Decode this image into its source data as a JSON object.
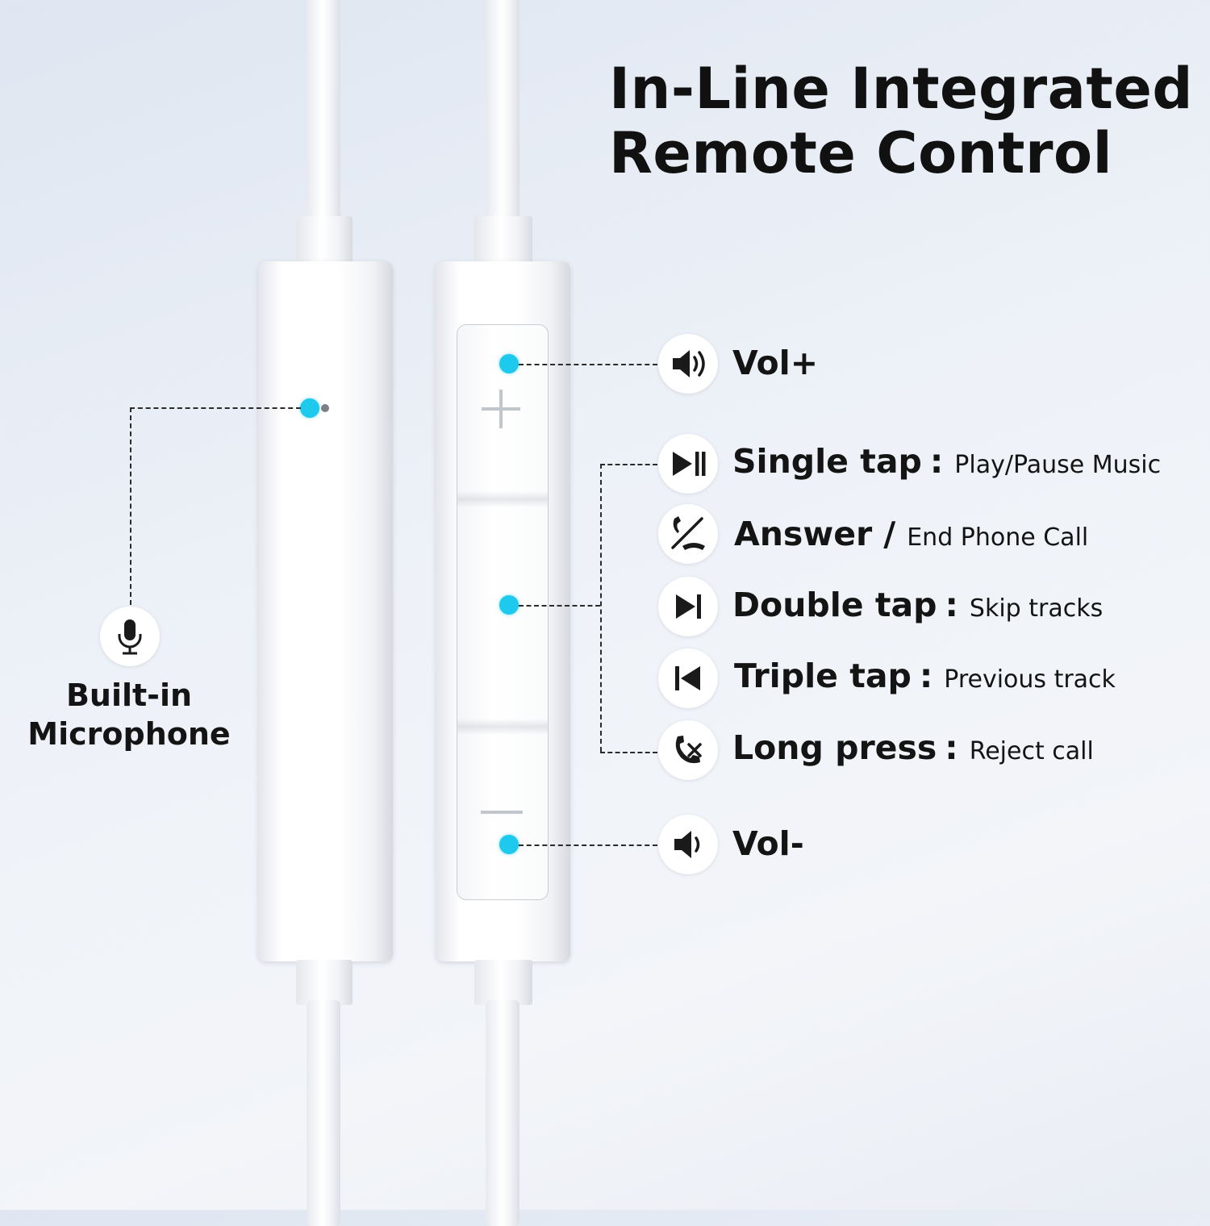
{
  "title": {
    "line1": "In-Line Integrated",
    "line2": "Remote Control"
  },
  "microphone": {
    "line1": "Built-in",
    "line2": "Microphone",
    "icon": "microphone-icon"
  },
  "controls": {
    "vol_up": {
      "label": "Vol+",
      "icon": "speaker-loud-icon"
    },
    "single_tap": {
      "action": "Single tap",
      "separator": ":",
      "desc": "Play/Pause Music",
      "icon": "play-pause-icon"
    },
    "answer": {
      "action": "Answer",
      "separator": "/",
      "desc": "End Phone Call",
      "icon": "phone-answer-end-icon"
    },
    "double_tap": {
      "action": "Double tap",
      "separator": ":",
      "desc": "Skip tracks",
      "icon": "skip-next-icon"
    },
    "triple_tap": {
      "action": "Triple tap",
      "separator": ":",
      "desc": "Previous track",
      "icon": "skip-previous-icon"
    },
    "long_press": {
      "action": "Long press",
      "separator": ":",
      "desc": "Reject call",
      "icon": "phone-reject-icon"
    },
    "vol_down": {
      "label": "Vol-",
      "icon": "speaker-low-icon"
    }
  },
  "colors": {
    "indicator_dot": "#1ec9ee",
    "text": "#141414",
    "device": "#ffffff"
  }
}
